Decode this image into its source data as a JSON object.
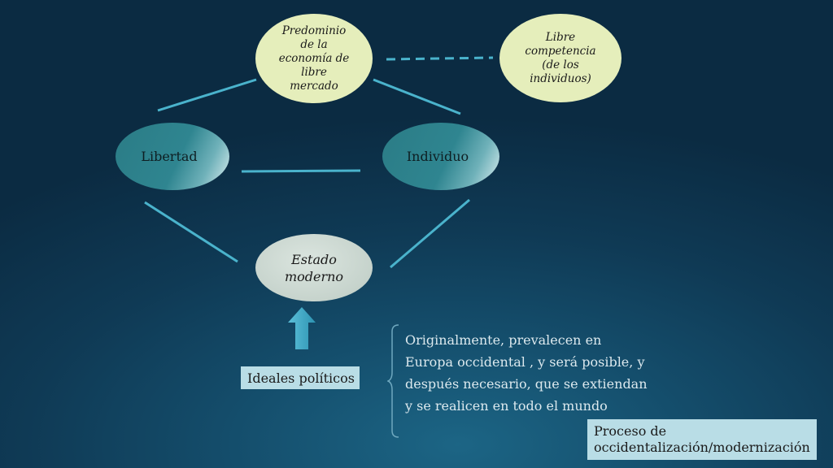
{
  "nodes": {
    "predominio": "Predominio\nde la\neconomía de\nlibre\nmercado",
    "libre_competencia": "Libre\ncompetencia\n(de los\nindividuos)",
    "libertad": "Libertad",
    "individuo": "Individuo",
    "estado": "Estado\nmoderno"
  },
  "ideales_label": "Ideales políticos",
  "bracket_text": "Originalmente, prevalecen en Europa occidental , y será posible, y después necesario, que se extiendan y se realicen en todo el mundo",
  "proceso_label": "Proceso de\noccidentalización/modernización",
  "colors": {
    "connector": "#4ab3cc",
    "node_light": "#e5eebb",
    "label_box": "#b9dde6",
    "arrow": "#3aa5c3"
  }
}
